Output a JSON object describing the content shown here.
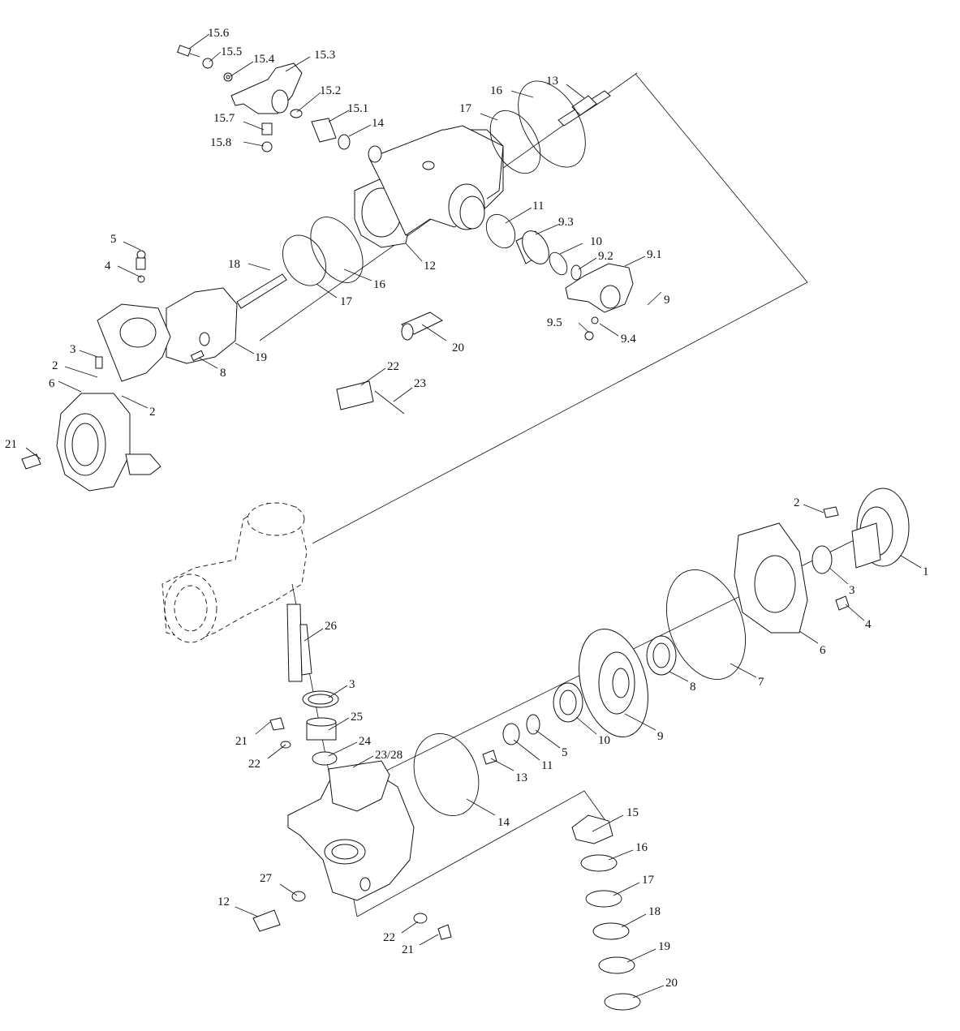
{
  "diagram": {
    "upper_labels": [
      "15.6",
      "15.5",
      "15.4",
      "15.3",
      "15.2",
      "15.1",
      "15.7",
      "15.8",
      "14",
      "13",
      "16",
      "17",
      "11",
      "9.3",
      "10",
      "9.2",
      "9.1",
      "9",
      "9.5",
      "9.4",
      "12",
      "16",
      "17",
      "18",
      "5",
      "4",
      "3",
      "2",
      "6",
      "2",
      "8",
      "19",
      "20",
      "22",
      "23",
      "21"
    ],
    "lower_labels": [
      "2",
      "1",
      "3",
      "4",
      "6",
      "7",
      "8",
      "9",
      "10",
      "5",
      "11",
      "13",
      "26",
      "3",
      "25",
      "21",
      "22",
      "24",
      "23/28",
      "14",
      "15",
      "16",
      "17",
      "18",
      "19",
      "20",
      "27",
      "12",
      "22",
      "21"
    ]
  }
}
